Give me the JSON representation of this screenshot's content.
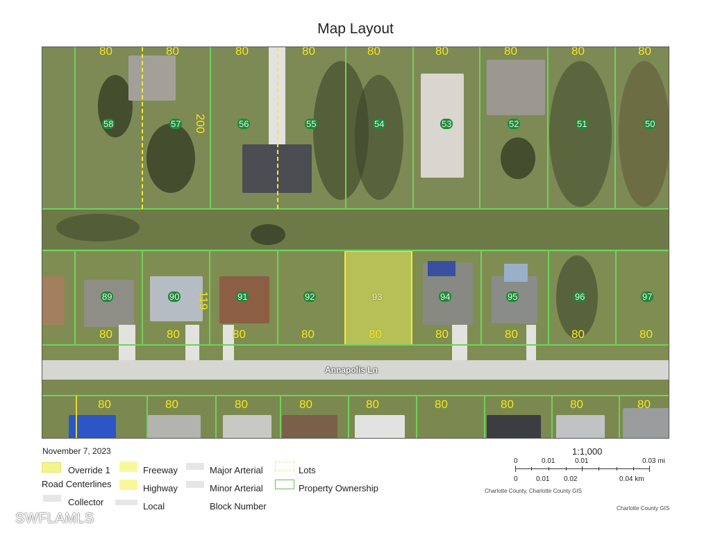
{
  "header": {
    "title": "Map Layout"
  },
  "map": {
    "street_label": "Annapolis Ln",
    "selected_lot": "93",
    "colors": {
      "lot_line": "#6fd25a",
      "dimension_text": "#f3ec2e",
      "selected_fill": "#e6eb5a",
      "lot_badge": "#1f8a3a"
    },
    "top_row": {
      "lots": [
        "58",
        "57",
        "56",
        "55",
        "54",
        "53",
        "52",
        "51",
        "50"
      ],
      "frontage": [
        "80",
        "80",
        "80",
        "80",
        "80",
        "80",
        "80",
        "80",
        "80"
      ],
      "depth_label": "200"
    },
    "middle_row": {
      "lots": [
        "89",
        "90",
        "91",
        "92",
        "93",
        "94",
        "95",
        "96",
        "97"
      ],
      "frontage": [
        "80",
        "80",
        "80",
        "80",
        "80",
        "80",
        "80",
        "80",
        "80"
      ],
      "depth_label": "119"
    },
    "bottom_row": {
      "frontage": [
        "80",
        "80",
        "80",
        "80",
        "80",
        "80",
        "80",
        "80",
        "80"
      ]
    }
  },
  "legend": {
    "date": "November 7, 2023",
    "items": {
      "override1": "Override 1",
      "road_centerlines": "Road Centerlines",
      "collector": "Collector",
      "freeway": "Freeway",
      "highway": "Highway",
      "local": "Local",
      "major_arterial": "Major Arterial",
      "minor_arterial": "Minor Arterial",
      "block_number": "Block Number",
      "lots": "Lots",
      "property_ownership": "Property Ownership"
    }
  },
  "scale_bar": {
    "ratio": "1:1,000",
    "mi_ticks": [
      "0",
      "0.01",
      "0.01",
      "0.03 mi"
    ],
    "km_ticks": [
      "0",
      "0.01",
      "0.02",
      "0.04 km"
    ],
    "source": "Charlotte County, Charlotte County GIS"
  },
  "footer": {
    "credit": "Charlotte County GIS",
    "watermark": "SWFLAMLS"
  }
}
